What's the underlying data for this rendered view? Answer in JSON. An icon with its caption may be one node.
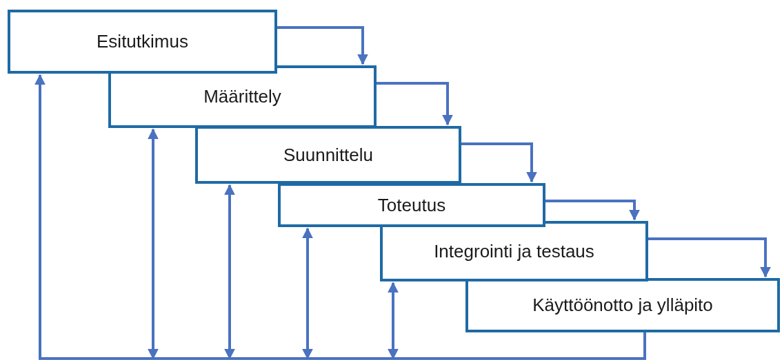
{
  "diagram": {
    "nodes": [
      {
        "text": [
          "Esitutkimus"
        ]
      },
      {
        "text": [
          "Määrittely"
        ]
      },
      {
        "text": [
          "Suunnittelu"
        ]
      },
      {
        "text": [
          "Toteutus"
        ]
      },
      {
        "text": [
          "Integrointi ja testaus"
        ]
      },
      {
        "text": [
          "Käyttöönotto ja ylläpito"
        ]
      }
    ],
    "edges": [
      {
        "from": 0,
        "to": 1,
        "arrow": "to"
      },
      {
        "from": 1,
        "to": 2,
        "arrow": "to"
      },
      {
        "from": 2,
        "to": 3,
        "arrow": "to"
      },
      {
        "from": 3,
        "to": 4,
        "arrow": "to"
      },
      {
        "from": 4,
        "to": 5,
        "arrow": "to"
      },
      {
        "from": 5,
        "to": 0,
        "arrow": "to"
      },
      {
        "from": null,
        "to": 1,
        "arrow": "both"
      },
      {
        "from": null,
        "to": 2,
        "arrow": "both"
      },
      {
        "from": null,
        "to": 3,
        "arrow": "both"
      },
      {
        "from": null,
        "to": 4,
        "arrow": "both"
      }
    ]
  }
}
